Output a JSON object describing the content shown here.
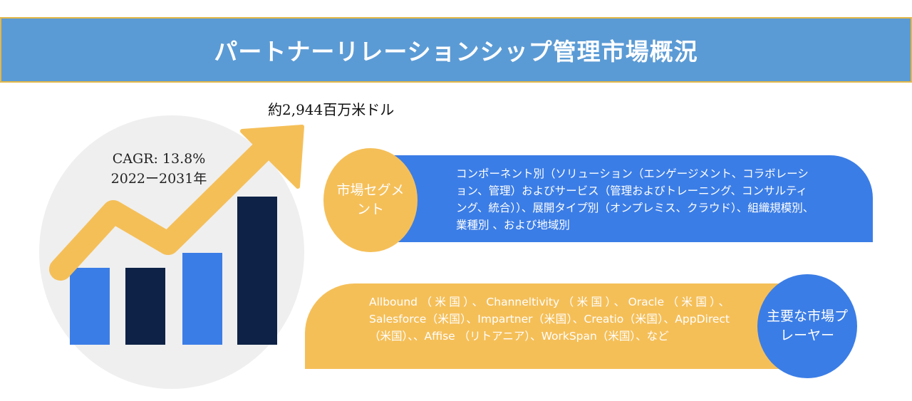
{
  "header": {
    "title": "パートナーリレーションシップ管理市場概況"
  },
  "hero": {
    "market_value": "約2,944百万米ドル",
    "cagr_line": "CAGR: 13.8%",
    "period_line": "2022ー2031年",
    "colors": {
      "circle": "#efefef",
      "arrow": "#f5bf58",
      "bar_light": "#3b7de6",
      "bar_dark": "#0d2246"
    }
  },
  "segment": {
    "label": "市場セグメント",
    "text": "コンポーネント別（ソリューション（エンゲージメント、コラボレーション、管理）およびサービス（管理およびトレーニング、コンサルティング、統合））、展開タイプ別（オンプレミス、クラウド）、組織規模別、 業種別 、および地域別",
    "band_color": "#3b7de6",
    "circle_color": "#f5bf58"
  },
  "players": {
    "label": "主要な市場プレーヤー",
    "text": "Allbound（米国）、Channeltivity（米国）、Oracle（米国）、Salesforce（米国）、Impartner（米国）、Creatio（米国）、AppDirect（米国）、、Affise （リトアニア）、WorkSpan（米国）、など",
    "band_color": "#f5bf58",
    "circle_color": "#3b7de6"
  }
}
